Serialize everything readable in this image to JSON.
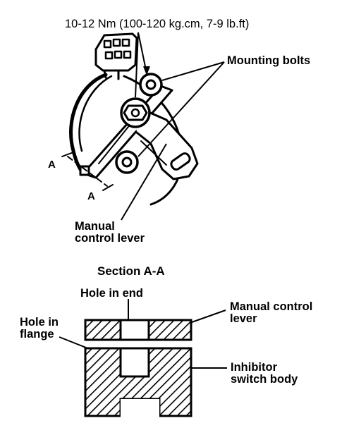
{
  "labels": {
    "torque": "10-12 Nm (100-120 kg.cm, 7-9 lb.ft)",
    "mounting_bolts": "Mounting bolts",
    "manual_control_lever": [
      "Manual",
      "control lever"
    ],
    "section_title": "Section  A-A",
    "hole_in_end": "Hole in end",
    "manual_control_lever_2": [
      "Manual control",
      "lever"
    ],
    "hole_in_flange": [
      "Hole in",
      "flange"
    ],
    "inhibitor_switch_body": [
      "Inhibitor",
      "switch body"
    ],
    "section_mark_a": "A"
  }
}
